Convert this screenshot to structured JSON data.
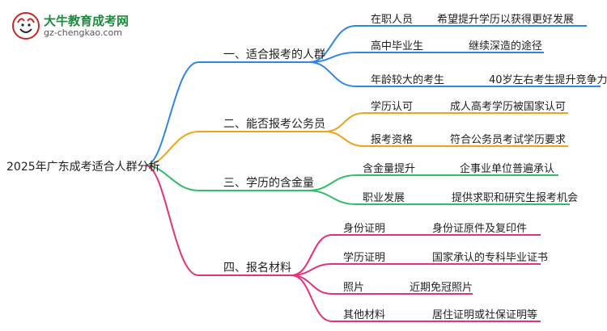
{
  "logo": {
    "title": "大牛教育成考网",
    "url": "gz-chengkao.com"
  },
  "root": "2025年广东成考适合人群分析",
  "colors": {
    "blue": "#2f86e6",
    "orange": "#f2a21a",
    "green": "#2ebf64",
    "pink": "#e6307a"
  },
  "branches": [
    {
      "label": "一、适合报考的人群",
      "leaves": [
        {
          "label": "在职人员",
          "detail": "希望提升学历以获得更好发展"
        },
        {
          "label": "高中毕业生",
          "detail": "继续深造的途径"
        },
        {
          "label": "年龄较大的考生",
          "detail": "40岁左右考生提升竞争力"
        }
      ]
    },
    {
      "label": "二、能否报考公务员",
      "leaves": [
        {
          "label": "学历认可",
          "detail": "成人高考学历被国家认可"
        },
        {
          "label": "报考资格",
          "detail": "符合公务员考试学历要求"
        }
      ]
    },
    {
      "label": "三、学历的含金量",
      "leaves": [
        {
          "label": "含金量提升",
          "detail": "企事业单位普遍承认"
        },
        {
          "label": "职业发展",
          "detail": "提供求职和研究生报考机会"
        }
      ]
    },
    {
      "label": "四、报名材料",
      "leaves": [
        {
          "label": "身份证明",
          "detail": "身份证原件及复印件"
        },
        {
          "label": "学历证明",
          "detail": "国家承认的专科毕业证书"
        },
        {
          "label": "照片",
          "detail": "近期免冠照片"
        },
        {
          "label": "其他材料",
          "detail": "居住证明或社保证明等"
        }
      ]
    }
  ]
}
